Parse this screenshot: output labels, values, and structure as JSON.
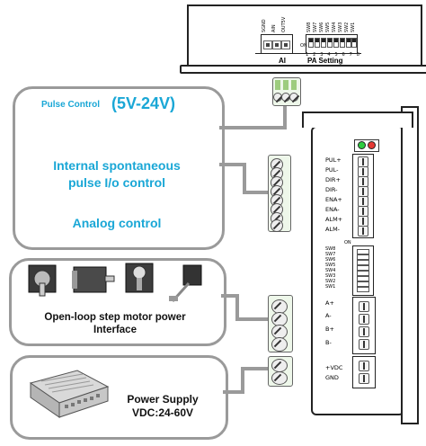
{
  "top_driver": {
    "connector_labels": [
      "SGND",
      "AIN",
      "OUT5V"
    ],
    "switch_labels": [
      "SW8",
      "SW7",
      "SW6",
      "SW5",
      "SW4",
      "SW3",
      "SW2",
      "SW1"
    ],
    "switch_numbers": [
      "1",
      "2",
      "3",
      "4",
      "5",
      "6",
      "7",
      "8"
    ],
    "switch_on": "ON",
    "ai_label": "AI",
    "pa_label": "PA Setting"
  },
  "control_box": {
    "pulse_control": "Pulse Control",
    "voltage": "(5V-24V)",
    "internal_line1": "Internal spontaneous",
    "internal_line2": "pulse I/o control",
    "analog": "Analog control"
  },
  "motor_box": {
    "title_line1": "Open-loop step motor power",
    "title_line2": "Interface"
  },
  "power_box": {
    "title_line1": "Power Supply",
    "title_line2": "VDC:24-60V"
  },
  "driver_side": {
    "signal_pins": [
      "PUL+",
      "PUL-",
      "DIR+",
      "DIR-",
      "ENA+",
      "ENA-",
      "ALM+",
      "ALM-"
    ],
    "sw_labels": [
      "SW8",
      "SW7",
      "SW6",
      "SW5",
      "SW4",
      "SW3",
      "SW2",
      "SW1"
    ],
    "sw_on": "ON",
    "motor_pins": [
      "A+",
      "A-",
      "B+",
      "B-"
    ],
    "power_pins": [
      "+VDC",
      "GND"
    ],
    "led_colors": [
      "#2ecc40",
      "#e53935"
    ]
  }
}
